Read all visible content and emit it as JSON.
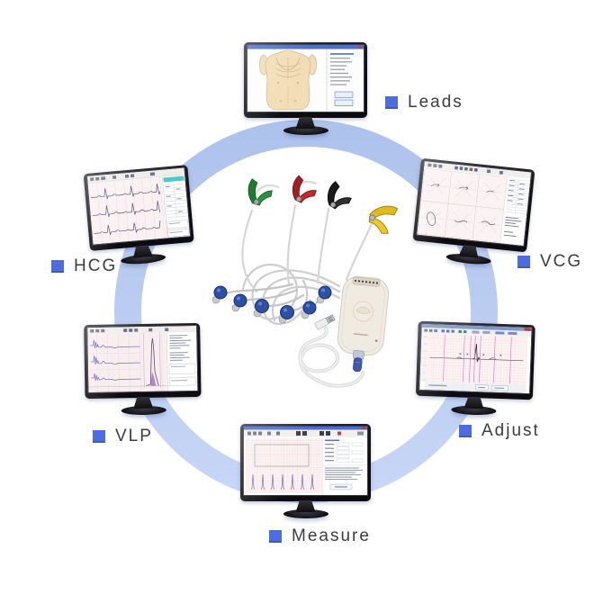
{
  "labels": {
    "leads": "Leads",
    "hcg": "HCG",
    "vcg": "VCG",
    "vlp": "VLP",
    "adjust": "Adjust",
    "measure": "Measure"
  },
  "colors": {
    "background": "#ffffff",
    "ring_blue": "#b7cbf1",
    "accent_blue": "#4c6de2",
    "label_text": "#3d3d3d",
    "ecg_grid_pink": "#fcf3f3",
    "clamp_green": "#1f7a33",
    "clamp_red": "#a51d22",
    "clamp_black": "#1b1b1b",
    "clamp_yellow": "#e0b91f",
    "electrode_blue": "#2d4fa4"
  },
  "center_device": {
    "name": "ECG USB acquisition device with patient cable",
    "parts": [
      "limb-clamp-green",
      "limb-clamp-red",
      "limb-clamp-black",
      "limb-clamp-yellow",
      "chest-suction-electrodes",
      "device-body",
      "usb-cable"
    ]
  },
  "monitors": [
    {
      "id": "leads",
      "screen_content": "lead placement torso diagram"
    },
    {
      "id": "vcg",
      "screen_content": "vectorcardiogram loops with data table"
    },
    {
      "id": "adjust",
      "screen_content": "averaged beat with measurement cursors"
    },
    {
      "id": "measure",
      "screen_content": "ECG grid with measurement form panel"
    },
    {
      "id": "vlp",
      "screen_content": "ventricular late potential analysis"
    },
    {
      "id": "hcg",
      "screen_content": "high-frequency ECG traces with table"
    }
  ]
}
